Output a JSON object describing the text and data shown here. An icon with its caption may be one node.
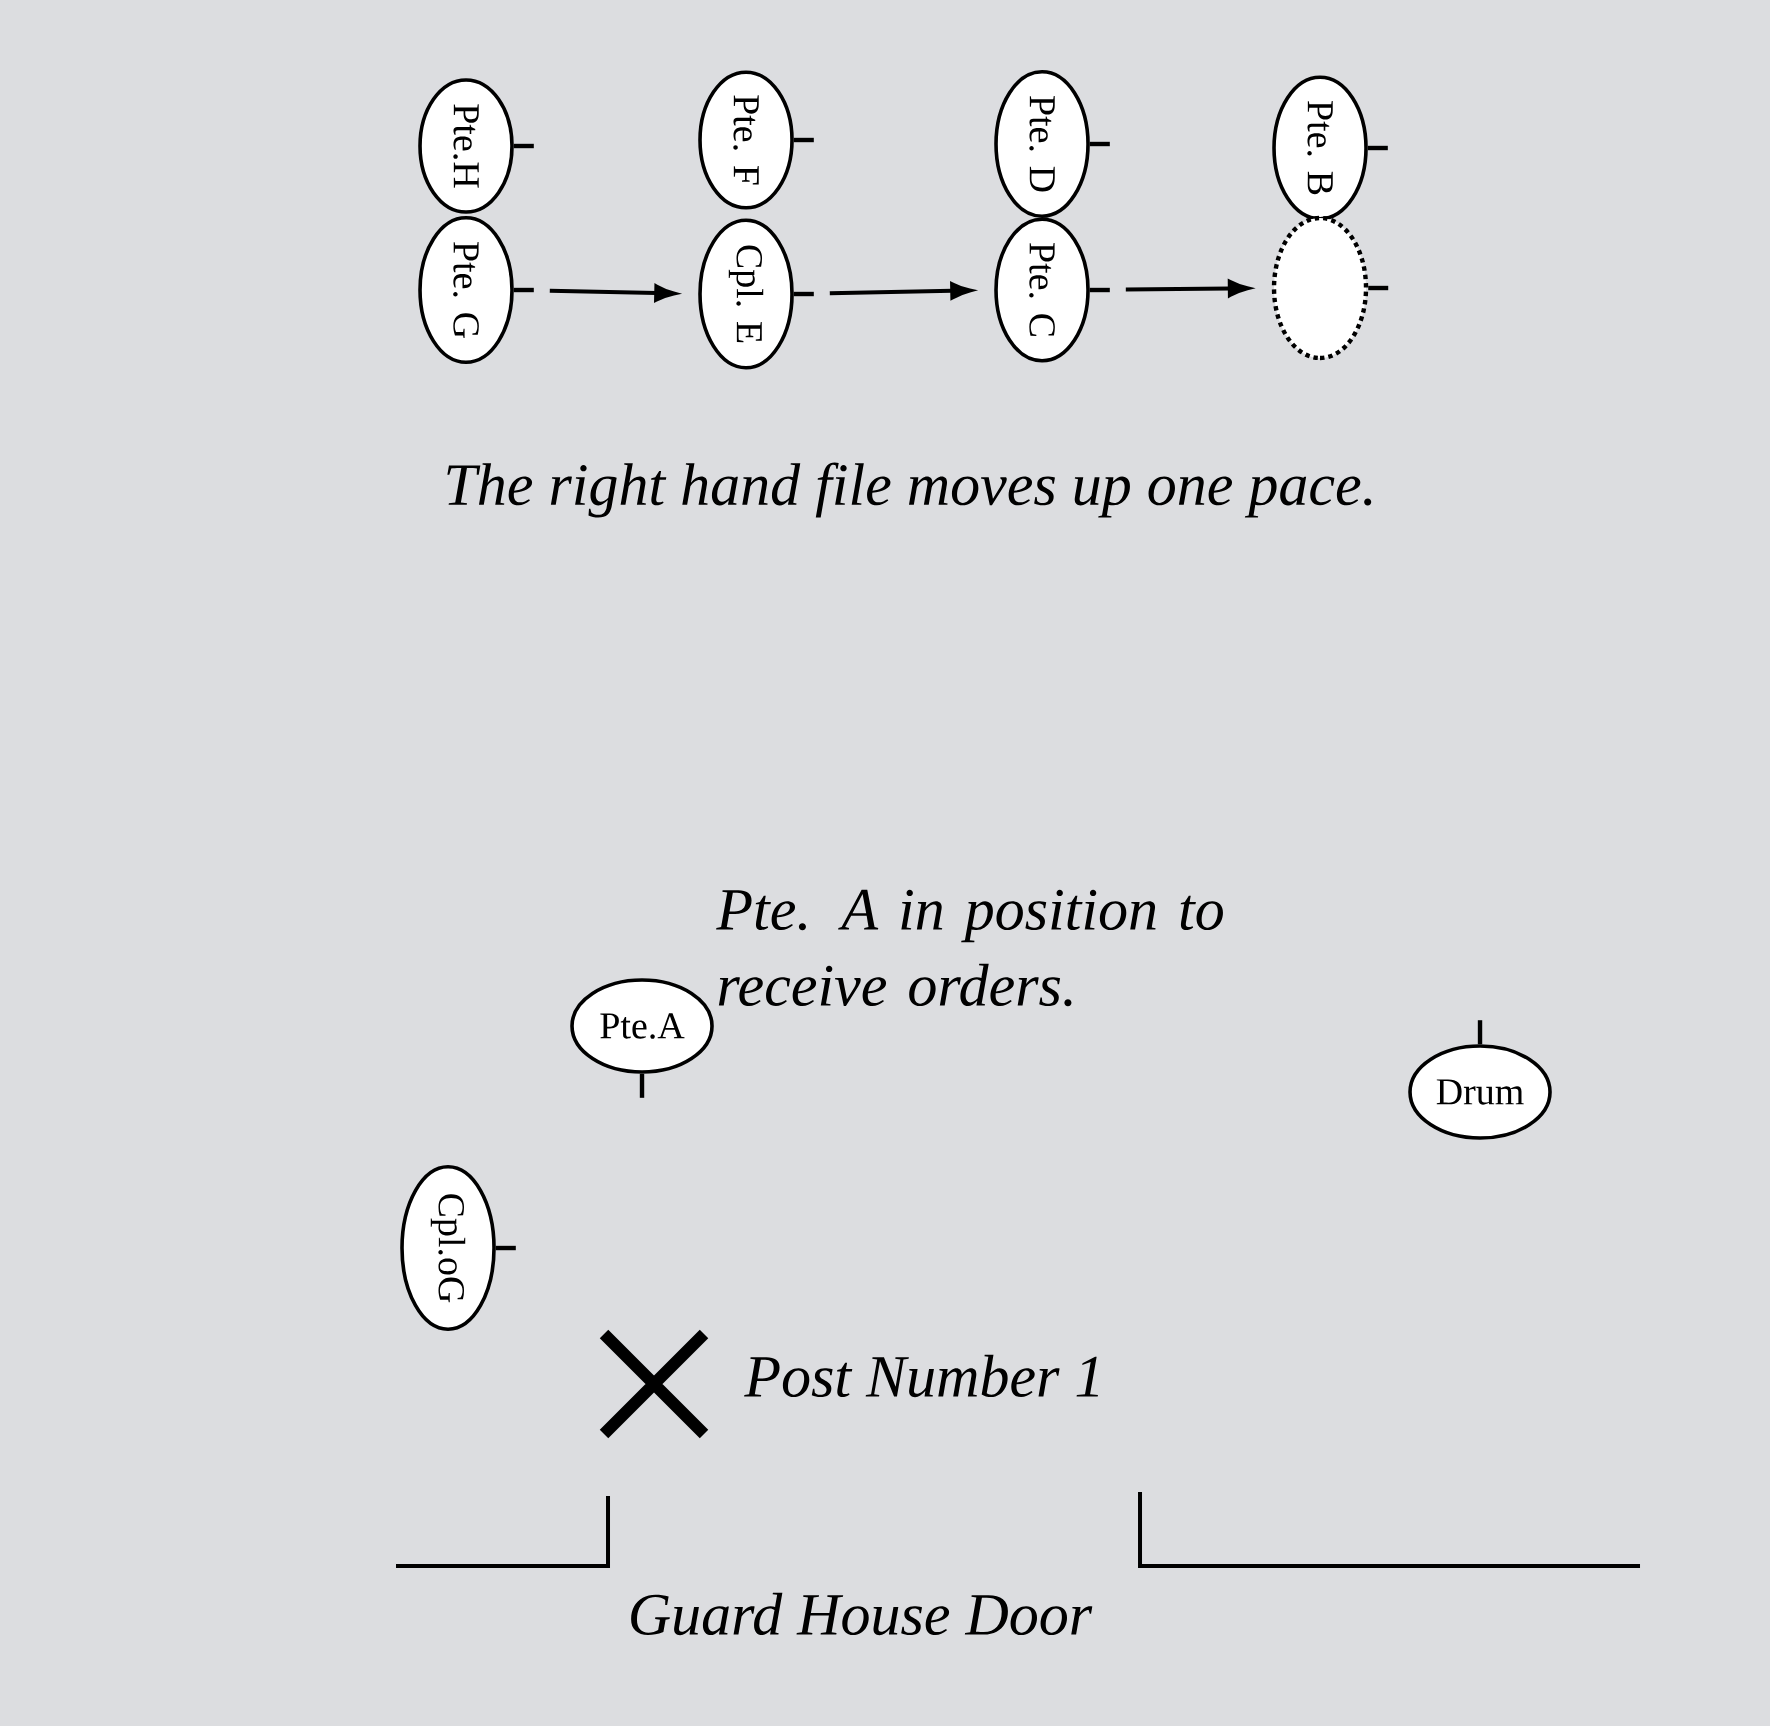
{
  "diagram": {
    "nodes": [
      {
        "text": [
          "Pte.H"
        ]
      },
      {
        "text": [
          "Pte. G"
        ]
      },
      {
        "text": [
          "Pte. F"
        ]
      },
      {
        "text": [
          "Cpl. E"
        ]
      },
      {
        "text": [
          "Pte. D"
        ]
      },
      {
        "text": [
          "Pte. C"
        ]
      },
      {
        "text": [
          "Pte. B"
        ]
      },
      {
        "text": [],
        "shape": "circle"
      },
      {
        "text": [
          "Pte.A"
        ]
      },
      {
        "text": [
          "Drum"
        ]
      },
      {
        "text": [
          "Cpl.oG"
        ]
      }
    ],
    "edges": [
      {
        "from": 1,
        "to": 3,
        "arrow": "to"
      },
      {
        "from": 3,
        "to": 5,
        "arrow": "to"
      },
      {
        "from": 5,
        "to": 7,
        "arrow": "to"
      }
    ],
    "labels": [
      "The right hand file moves up one pace.",
      "Pte. A in position to receive orders.",
      "Post Number 1",
      "Guard House Door"
    ]
  }
}
